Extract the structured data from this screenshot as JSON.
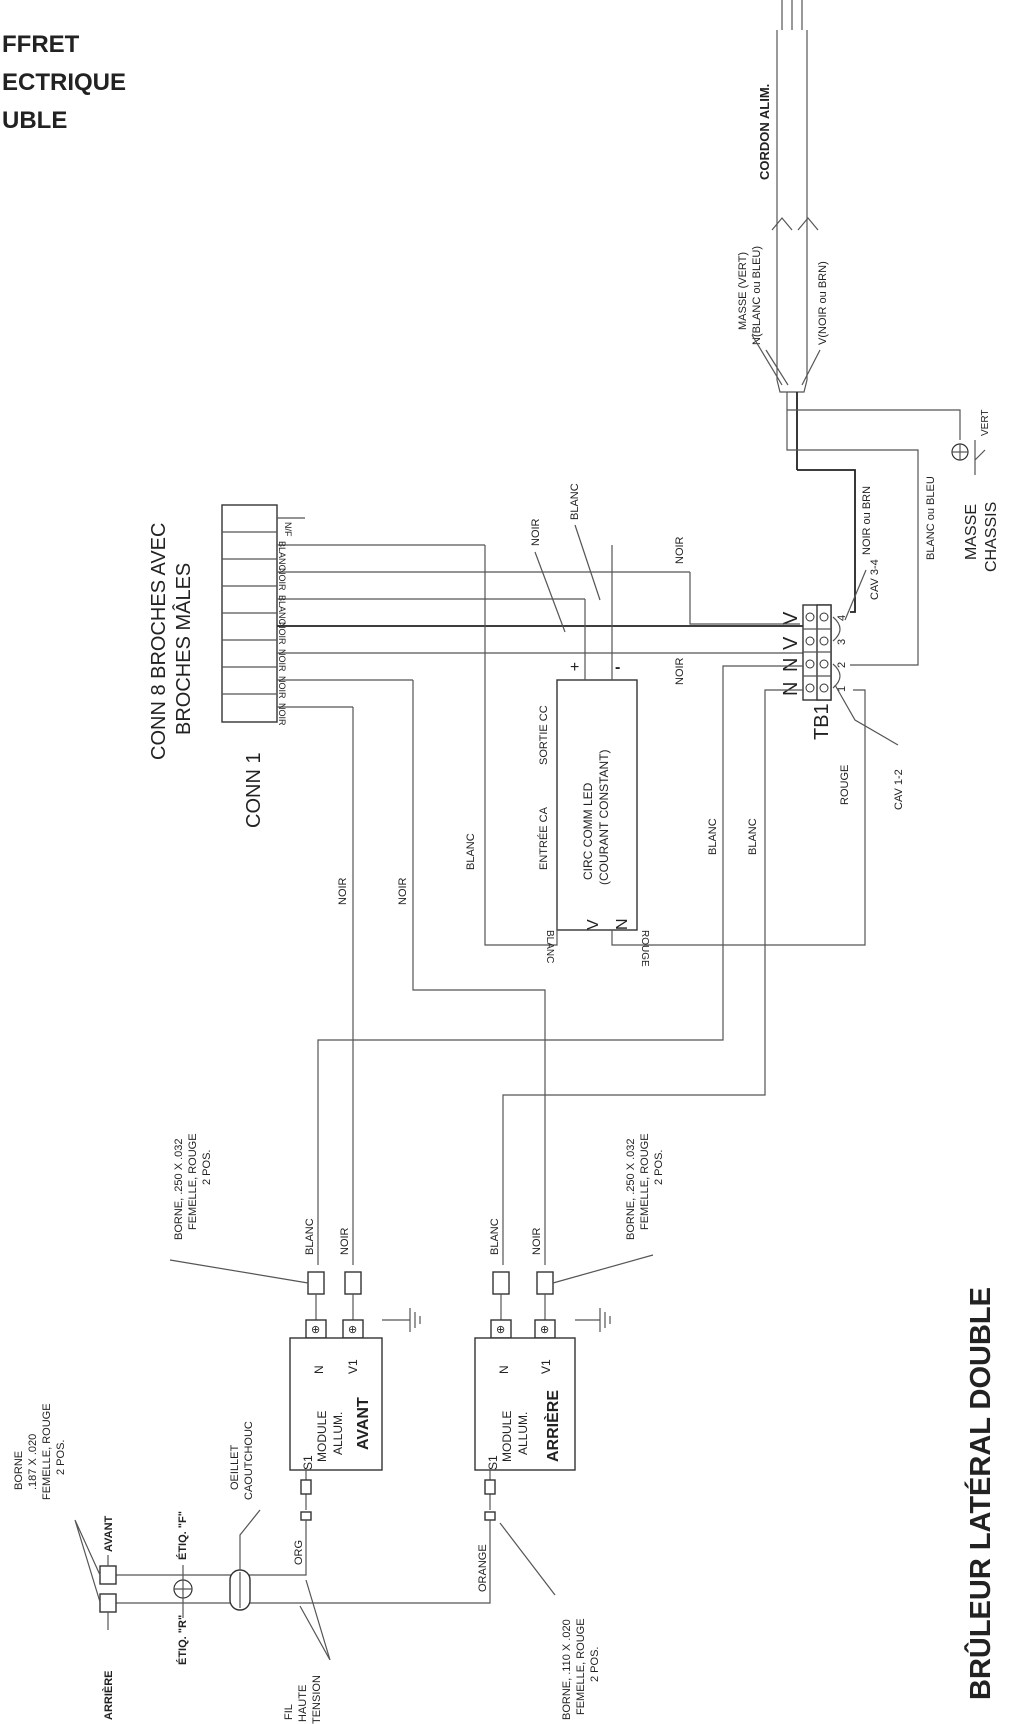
{
  "header": {
    "line1": "FFRET",
    "line2": "ECTRIQUE",
    "line3": "UBLE"
  },
  "title": "BRÛLEUR LATÉRAL DOUBLE",
  "power_cord": {
    "label": "CORDON ALIM.",
    "ground": "MASSE (VERT)",
    "neutral": "N(BLANC ou BLEU)",
    "line": "V(NOIR ou BRN)"
  },
  "chassis": {
    "color": "VERT",
    "label1": "MASSE",
    "label2": "CHASSIS"
  },
  "connector": {
    "name": "CONN 1",
    "title1": "CONN 8 BROCHES AVEC",
    "title2": "BROCHES MÂLES",
    "pins": [
      "N/F",
      "BLANC",
      "NOIR",
      "BLANC",
      "NOIR",
      "NOIR",
      "NOIR",
      "NOIR"
    ]
  },
  "led_circuit": {
    "line1": "CIRC COMM LED",
    "line2": "(COURANT CONSTANT)",
    "input": "ENTRÉE CA",
    "output": "SORTIE CC",
    "v": "V",
    "n": "N",
    "plus": "+",
    "minus": "-"
  },
  "terminal_block": {
    "name": "TB1",
    "numbers": [
      "1",
      "2",
      "3",
      "4"
    ],
    "cav12": "CAV 1-2",
    "cav34": "CAV 3-4",
    "v1": "V",
    "v2": "V",
    "n1": "N",
    "n2": "N"
  },
  "wires": {
    "noir": "NOIR",
    "blanc": "BLANC",
    "rouge": "ROUGE",
    "noir_brn": "NOIR ou BRN",
    "blanc_bleu": "BLANC ou BLEU",
    "org": "ORG",
    "orange": "ORANGE"
  },
  "modules": {
    "module": "MODULE",
    "allum": "ALLUM.",
    "front": "AVANT",
    "rear": "ARRIÈRE",
    "s1": "S1",
    "n": "N",
    "v1": "V1"
  },
  "terminals": {
    "t250_l1": "BORNE, .250 X .032",
    "t250_l2": "FEMELLE, ROUGE",
    "t250_l3": "2 POS.",
    "t187_l1": "BORNE",
    "t187_l2": ".187 X .020",
    "t187_l3": "FEMELLE, ROUGE",
    "t187_l4": "2 POS.",
    "t110_l1": "BORNE, .110 X .020",
    "t110_l2": "FEMELLE, ROUGE",
    "t110_l3": "2 POS."
  },
  "electrodes": {
    "avant": "AVANT",
    "arriere": "ARRIÈRE",
    "etiq_f": "ÉTIQ. \"F\"",
    "etiq_r": "ÉTIQ. \"R\"",
    "grommet_l1": "OEILLET",
    "grommet_l2": "CAOUTCHOUC",
    "fil": "FIL",
    "haute": "HAUTE",
    "tension": "TENSION"
  }
}
